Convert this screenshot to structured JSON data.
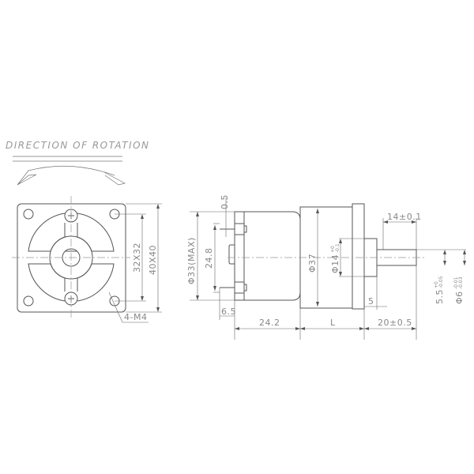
{
  "drawing": {
    "title": "DIRECTION OF ROTATION",
    "front_view": {
      "inner_square": "32X32",
      "outer_square": "40X40",
      "holes": "4-M4"
    },
    "side_view": {
      "terminal_offset": "0.5",
      "max_diameter": "Φ33(MAX)",
      "terminal_spacing": "24.8",
      "terminal_length": "6.5",
      "motor_length": "24.2",
      "gearbox_length": "L",
      "gearbox_diameter": "Φ37",
      "boss_diameter": "Φ14",
      "boss_tol_upper": "+0",
      "boss_tol_lower": "-0.1",
      "boss_length": "5",
      "shaft_flat_length": "14±0.1",
      "shaft_length": "20±0.5",
      "shaft_flat": "5.5",
      "shaft_flat_tol_upper": "+0",
      "shaft_flat_tol_lower": "-0.05",
      "shaft_diameter": "Φ6",
      "shaft_tol_upper": "-0.01",
      "shaft_tol_lower": "-0.03"
    }
  }
}
